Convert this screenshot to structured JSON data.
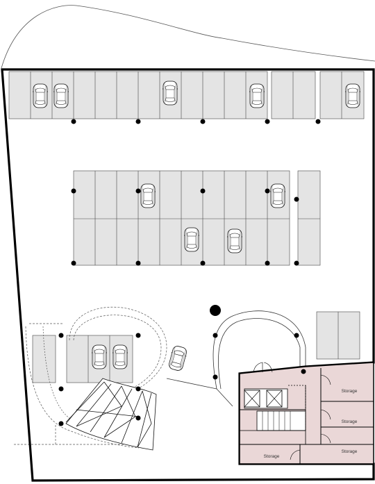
{
  "plan": {
    "colors": {
      "background": "#ffffff",
      "wall": "#000000",
      "parking_bay": "#e4e4e4",
      "service_core": "#ead7d7",
      "line": "#555555",
      "column": "#000000"
    },
    "rooms": [
      {
        "id": "storage-1",
        "label": "Storage"
      },
      {
        "id": "storage-2",
        "label": "Storage"
      },
      {
        "id": "storage-3",
        "label": "Storage"
      },
      {
        "id": "storage-4",
        "label": "Storage"
      }
    ],
    "icons": [
      "car-icon",
      "column-icon",
      "elevator-icon",
      "stair-icon",
      "ramp-icon",
      "door-icon"
    ]
  }
}
